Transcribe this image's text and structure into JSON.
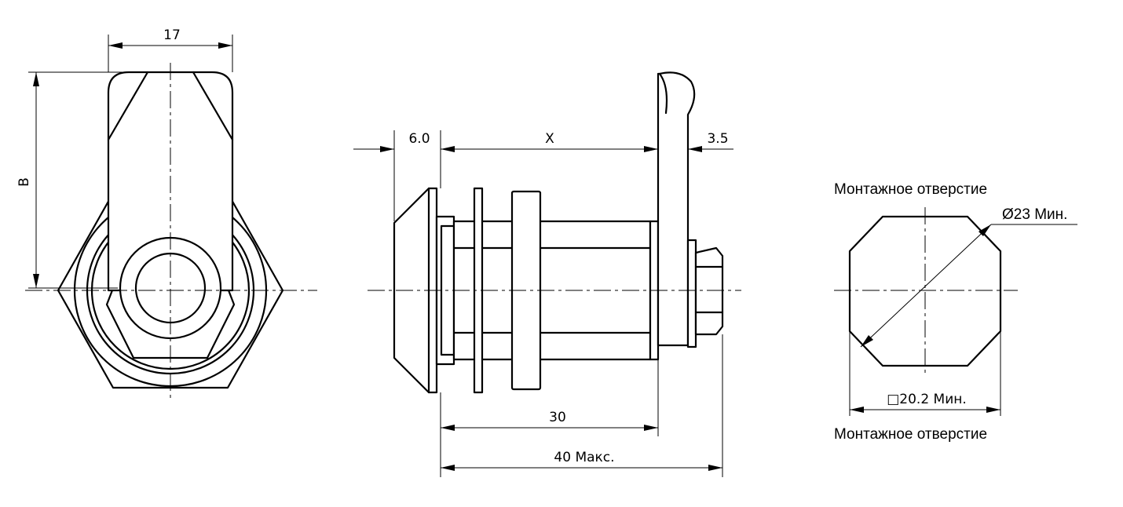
{
  "front_view": {
    "width_dim": "17",
    "height_dim": "B"
  },
  "side_view": {
    "flange_dim": "6.0",
    "cam_dim": "X",
    "cam_thickness_dim": "3.5",
    "body_length_dim": "30",
    "max_length_dim": "40 Макс."
  },
  "mounting_hole": {
    "label_top": "Монтажное отверстие",
    "diameter_dim": "Ø23 Мин.",
    "square_dim": "□20.2 Мин.",
    "label_bottom": "Монтажное отверстие"
  }
}
